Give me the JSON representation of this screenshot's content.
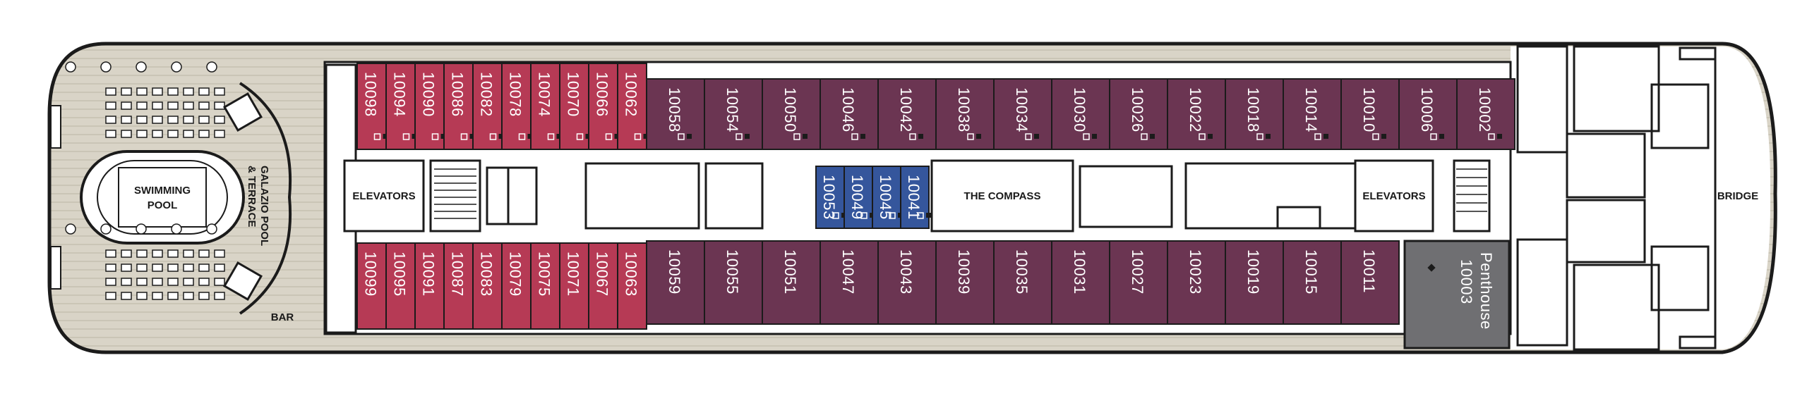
{
  "title": "",
  "colors": {
    "hull": "#1b1b1b",
    "deck_wood": "#d9d4c7",
    "deck_stripe": "#c9c3b4",
    "cabin_red": "#b63a55",
    "cabin_purple": "#6b3552",
    "cabin_blue": "#35569c",
    "cabin_gray": "#6f6f72",
    "corridor": "#ffffff"
  },
  "labels": {
    "pool": "SWIMMING POOL",
    "pool_terrace": "GALAZIO POOL & TERRACE",
    "bar": "BAR",
    "elevators_aft": "ELEVATORS",
    "elevators_fwd": "ELEVATORS",
    "compass": "THE COMPASS",
    "bridge": "BRIDGE"
  },
  "cabins": {
    "red_top": [
      "10098",
      "10094",
      "10090",
      "10086",
      "10082",
      "10078",
      "10074",
      "10070",
      "10066",
      "10062"
    ],
    "red_bottom": [
      "10099",
      "10095",
      "10091",
      "10087",
      "10083",
      "10079",
      "10075",
      "10071",
      "10067",
      "10063"
    ],
    "purple_top": [
      "10058",
      "10054",
      "10050",
      "10046",
      "10042",
      "10038",
      "10034",
      "10030",
      "10026",
      "10022",
      "10018",
      "10014",
      "10010",
      "10006",
      "10002"
    ],
    "purple_bottom": [
      "10059",
      "10055",
      "10051",
      "10047",
      "10043",
      "10039",
      "10035",
      "10031",
      "10027",
      "10023",
      "10019",
      "10015",
      "10011"
    ],
    "blue_inside": [
      "10053",
      "10049",
      "10045",
      "10041"
    ],
    "penthouse": {
      "name": "Penthouse",
      "number": "10003"
    }
  }
}
